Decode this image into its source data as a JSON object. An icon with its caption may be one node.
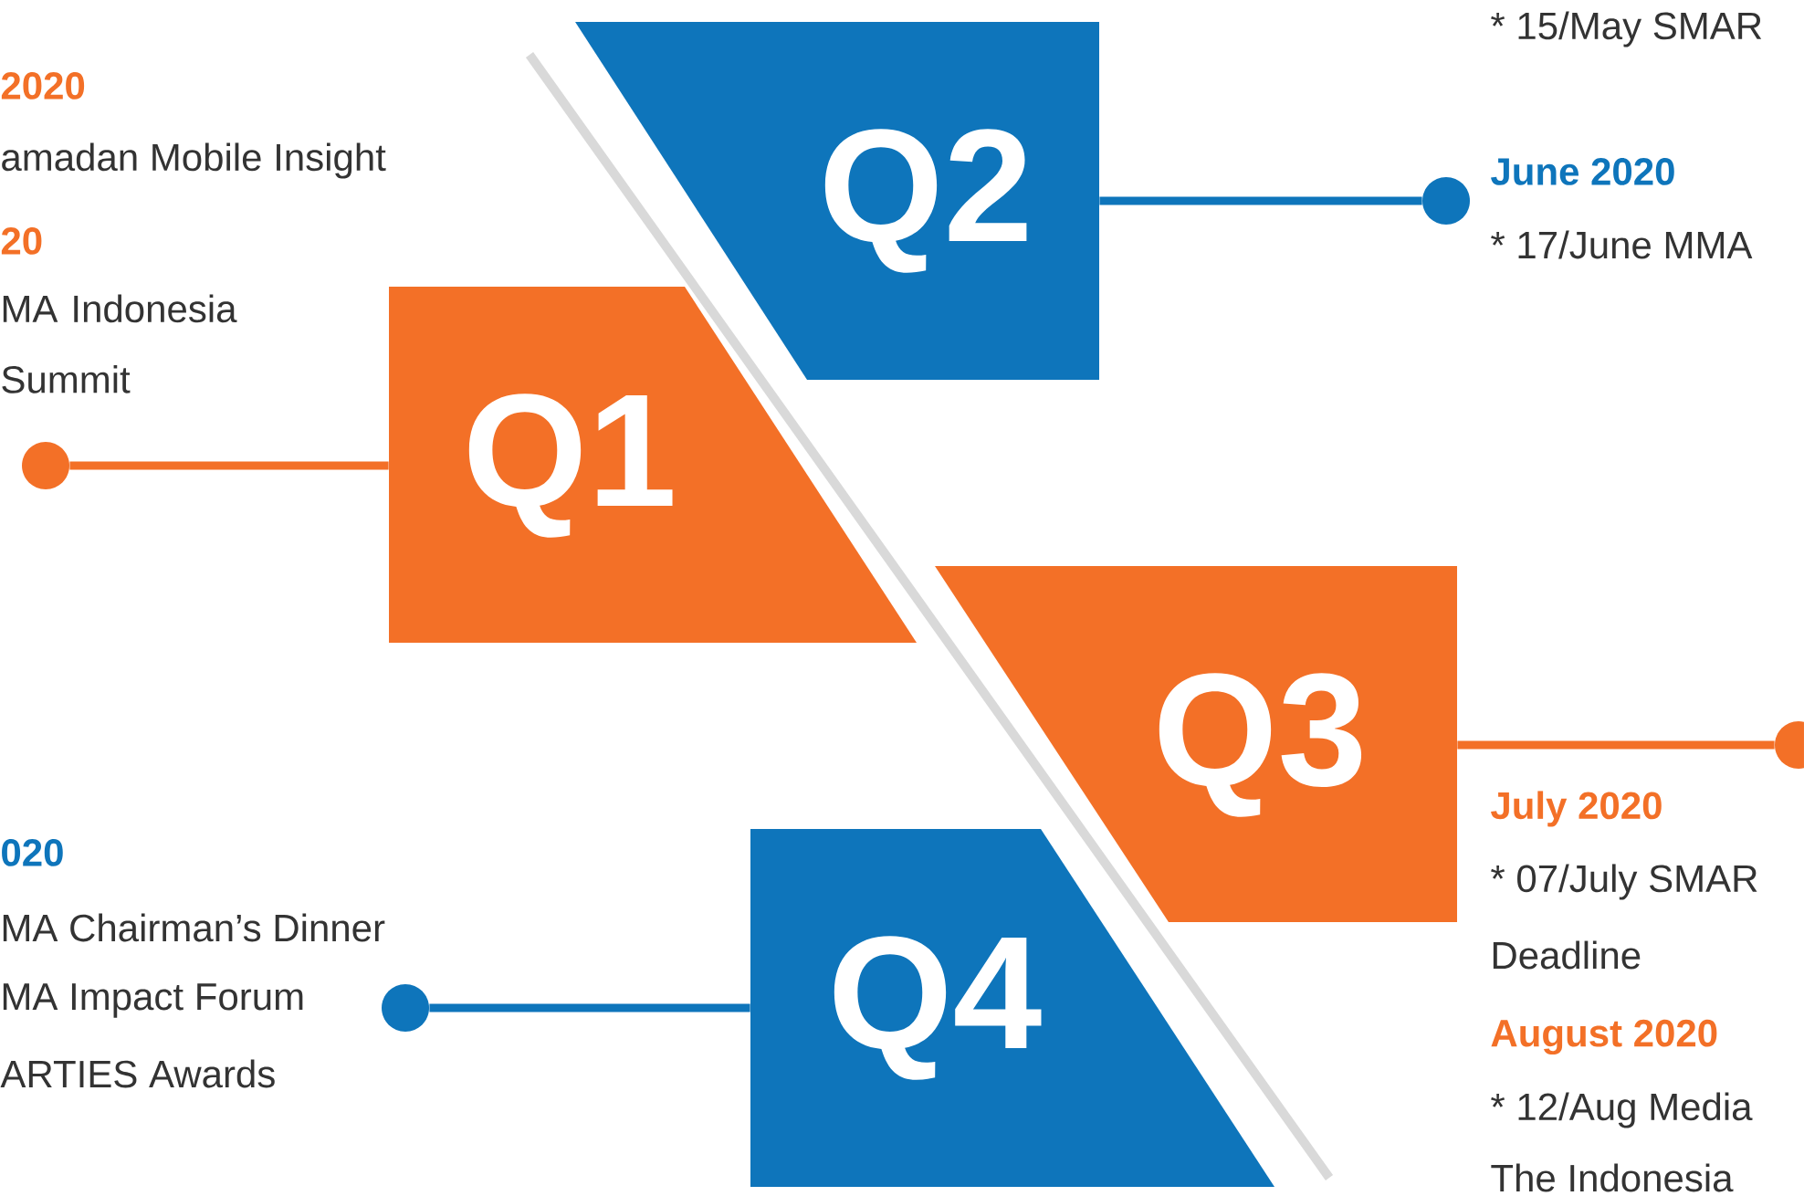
{
  "diagram": {
    "nodes": [
      {
        "text": [
          "Q2"
        ]
      },
      {
        "text": [
          "Q1"
        ]
      },
      {
        "text": [
          "Q3"
        ]
      },
      {
        "text": [
          "Q4"
        ]
      },
      {
        "text": [],
        "shape": "circle"
      },
      {
        "text": [],
        "shape": "circle"
      },
      {
        "text": [],
        "shape": "circle"
      },
      {
        "text": [],
        "shape": "circle"
      }
    ],
    "edges": [
      {
        "from": 0,
        "to": 4,
        "arrow": "none",
        "color": "#0e75bb"
      },
      {
        "from": 1,
        "to": 5,
        "arrow": "none",
        "color": "#f37027"
      },
      {
        "from": 2,
        "to": 6,
        "arrow": "none",
        "color": "#f37027"
      },
      {
        "from": 3,
        "to": 7,
        "arrow": "none",
        "color": "#0e75bb"
      }
    ],
    "labels": [
      "* 15/May SMAR",
      "2020",
      "amadan Mobile Insight",
      "June 2020",
      "20",
      "* 17/June MMA",
      "MA Indonesia Summit",
      "July 2020",
      "020",
      "* 07/July SMAR",
      "MA Chairman’s Dinner",
      "Deadline",
      "MA Impact Forum",
      "August 2020",
      "ARTIES Awards",
      "* 12/Aug Media",
      "The Indonesia"
    ]
  }
}
